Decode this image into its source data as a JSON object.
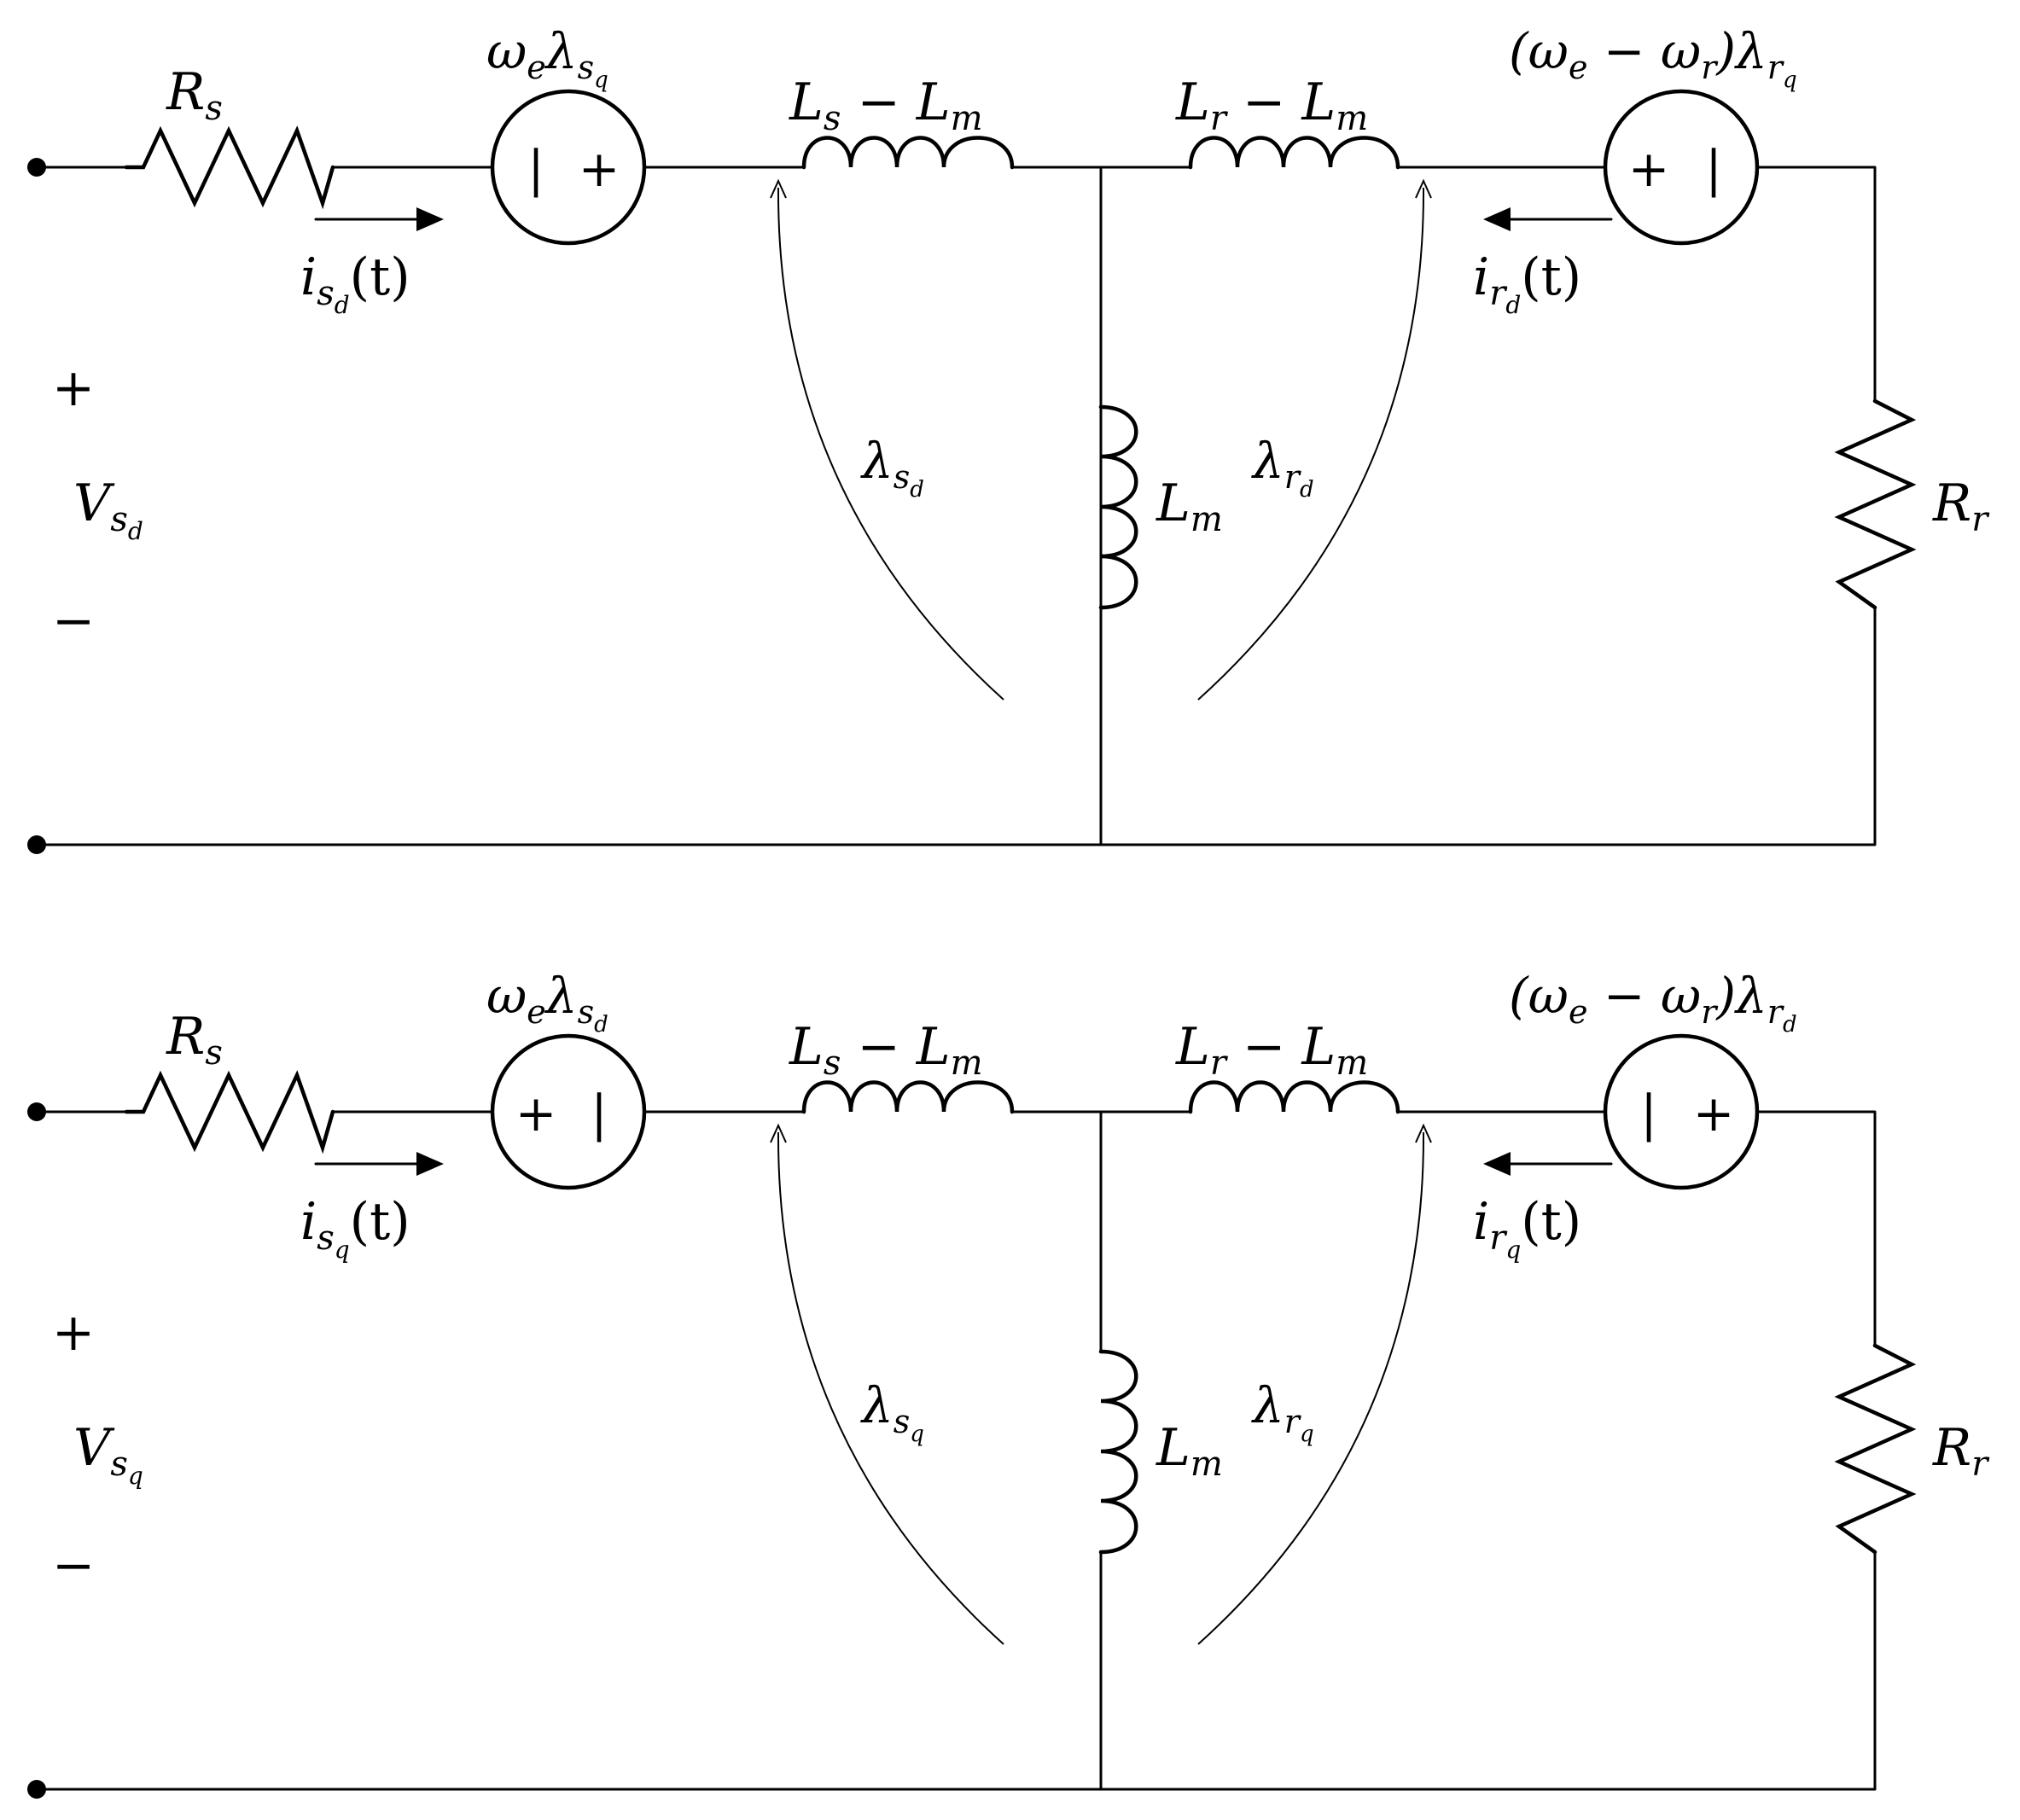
{
  "circuits": [
    {
      "axis": "d",
      "stator_resistor": {
        "symbol": "R",
        "sub": "s"
      },
      "stator_current": {
        "pre": "i",
        "sub": "s",
        "subsub": "d",
        "post": "(t)"
      },
      "stator_source": {
        "label_pre": "ω",
        "label_pre_sub": "e",
        "label_main": "λ",
        "label_sub": "s",
        "label_subsub": "q",
        "left_mark": "|",
        "right_mark": "+"
      },
      "stator_leakage": {
        "text": "L",
        "sub": "s",
        "mid": " − L",
        "sub2": "m"
      },
      "rotor_leakage": {
        "text": "L",
        "sub": "r",
        "mid": " − L",
        "sub2": "m"
      },
      "rotor_source": {
        "label_pre": "(ω",
        "label_pre_sub": "e",
        "label_mid": " − ω",
        "label_mid_sub": "r",
        "label_main": ")λ",
        "label_sub": "r",
        "label_subsub": "q",
        "left_mark": "+",
        "right_mark": "|"
      },
      "rotor_current": {
        "pre": "i",
        "sub": "r",
        "subsub": "d",
        "post": "(t)"
      },
      "magnetizing": {
        "text": "L",
        "sub": "m"
      },
      "stator_flux": {
        "text": "λ",
        "sub": "s",
        "subsub": "d"
      },
      "rotor_flux": {
        "text": "λ",
        "sub": "r",
        "subsub": "d"
      },
      "rotor_resistor": {
        "text": "R",
        "sub": "r"
      },
      "voltage": {
        "plus": "+",
        "text": "V",
        "sub": "s",
        "subsub": "d",
        "minus": "−"
      }
    },
    {
      "axis": "q",
      "stator_resistor": {
        "symbol": "R",
        "sub": "s"
      },
      "stator_current": {
        "pre": "i",
        "sub": "s",
        "subsub": "q",
        "post": "(t)"
      },
      "stator_source": {
        "label_pre": "ω",
        "label_pre_sub": "e",
        "label_main": "λ",
        "label_sub": "s",
        "label_subsub": "d",
        "left_mark": "+",
        "right_mark": "|"
      },
      "stator_leakage": {
        "text": "L",
        "sub": "s",
        "mid": " − L",
        "sub2": "m"
      },
      "rotor_leakage": {
        "text": "L",
        "sub": "r",
        "mid": " − L",
        "sub2": "m"
      },
      "rotor_source": {
        "label_pre": "(ω",
        "label_pre_sub": "e",
        "label_mid": " − ω",
        "label_mid_sub": "r",
        "label_main": ")λ",
        "label_sub": "r",
        "label_subsub": "d",
        "left_mark": "|",
        "right_mark": "+"
      },
      "rotor_current": {
        "pre": "i",
        "sub": "r",
        "subsub": "q",
        "post": "(t)"
      },
      "magnetizing": {
        "text": "L",
        "sub": "m"
      },
      "stator_flux": {
        "text": "λ",
        "sub": "s",
        "subsub": "q"
      },
      "rotor_flux": {
        "text": "λ",
        "sub": "r",
        "subsub": "q"
      },
      "rotor_resistor": {
        "text": "R",
        "sub": "r"
      },
      "voltage": {
        "plus": "+",
        "text": "V",
        "sub": "s",
        "subsub": "q",
        "minus": "−"
      }
    }
  ]
}
